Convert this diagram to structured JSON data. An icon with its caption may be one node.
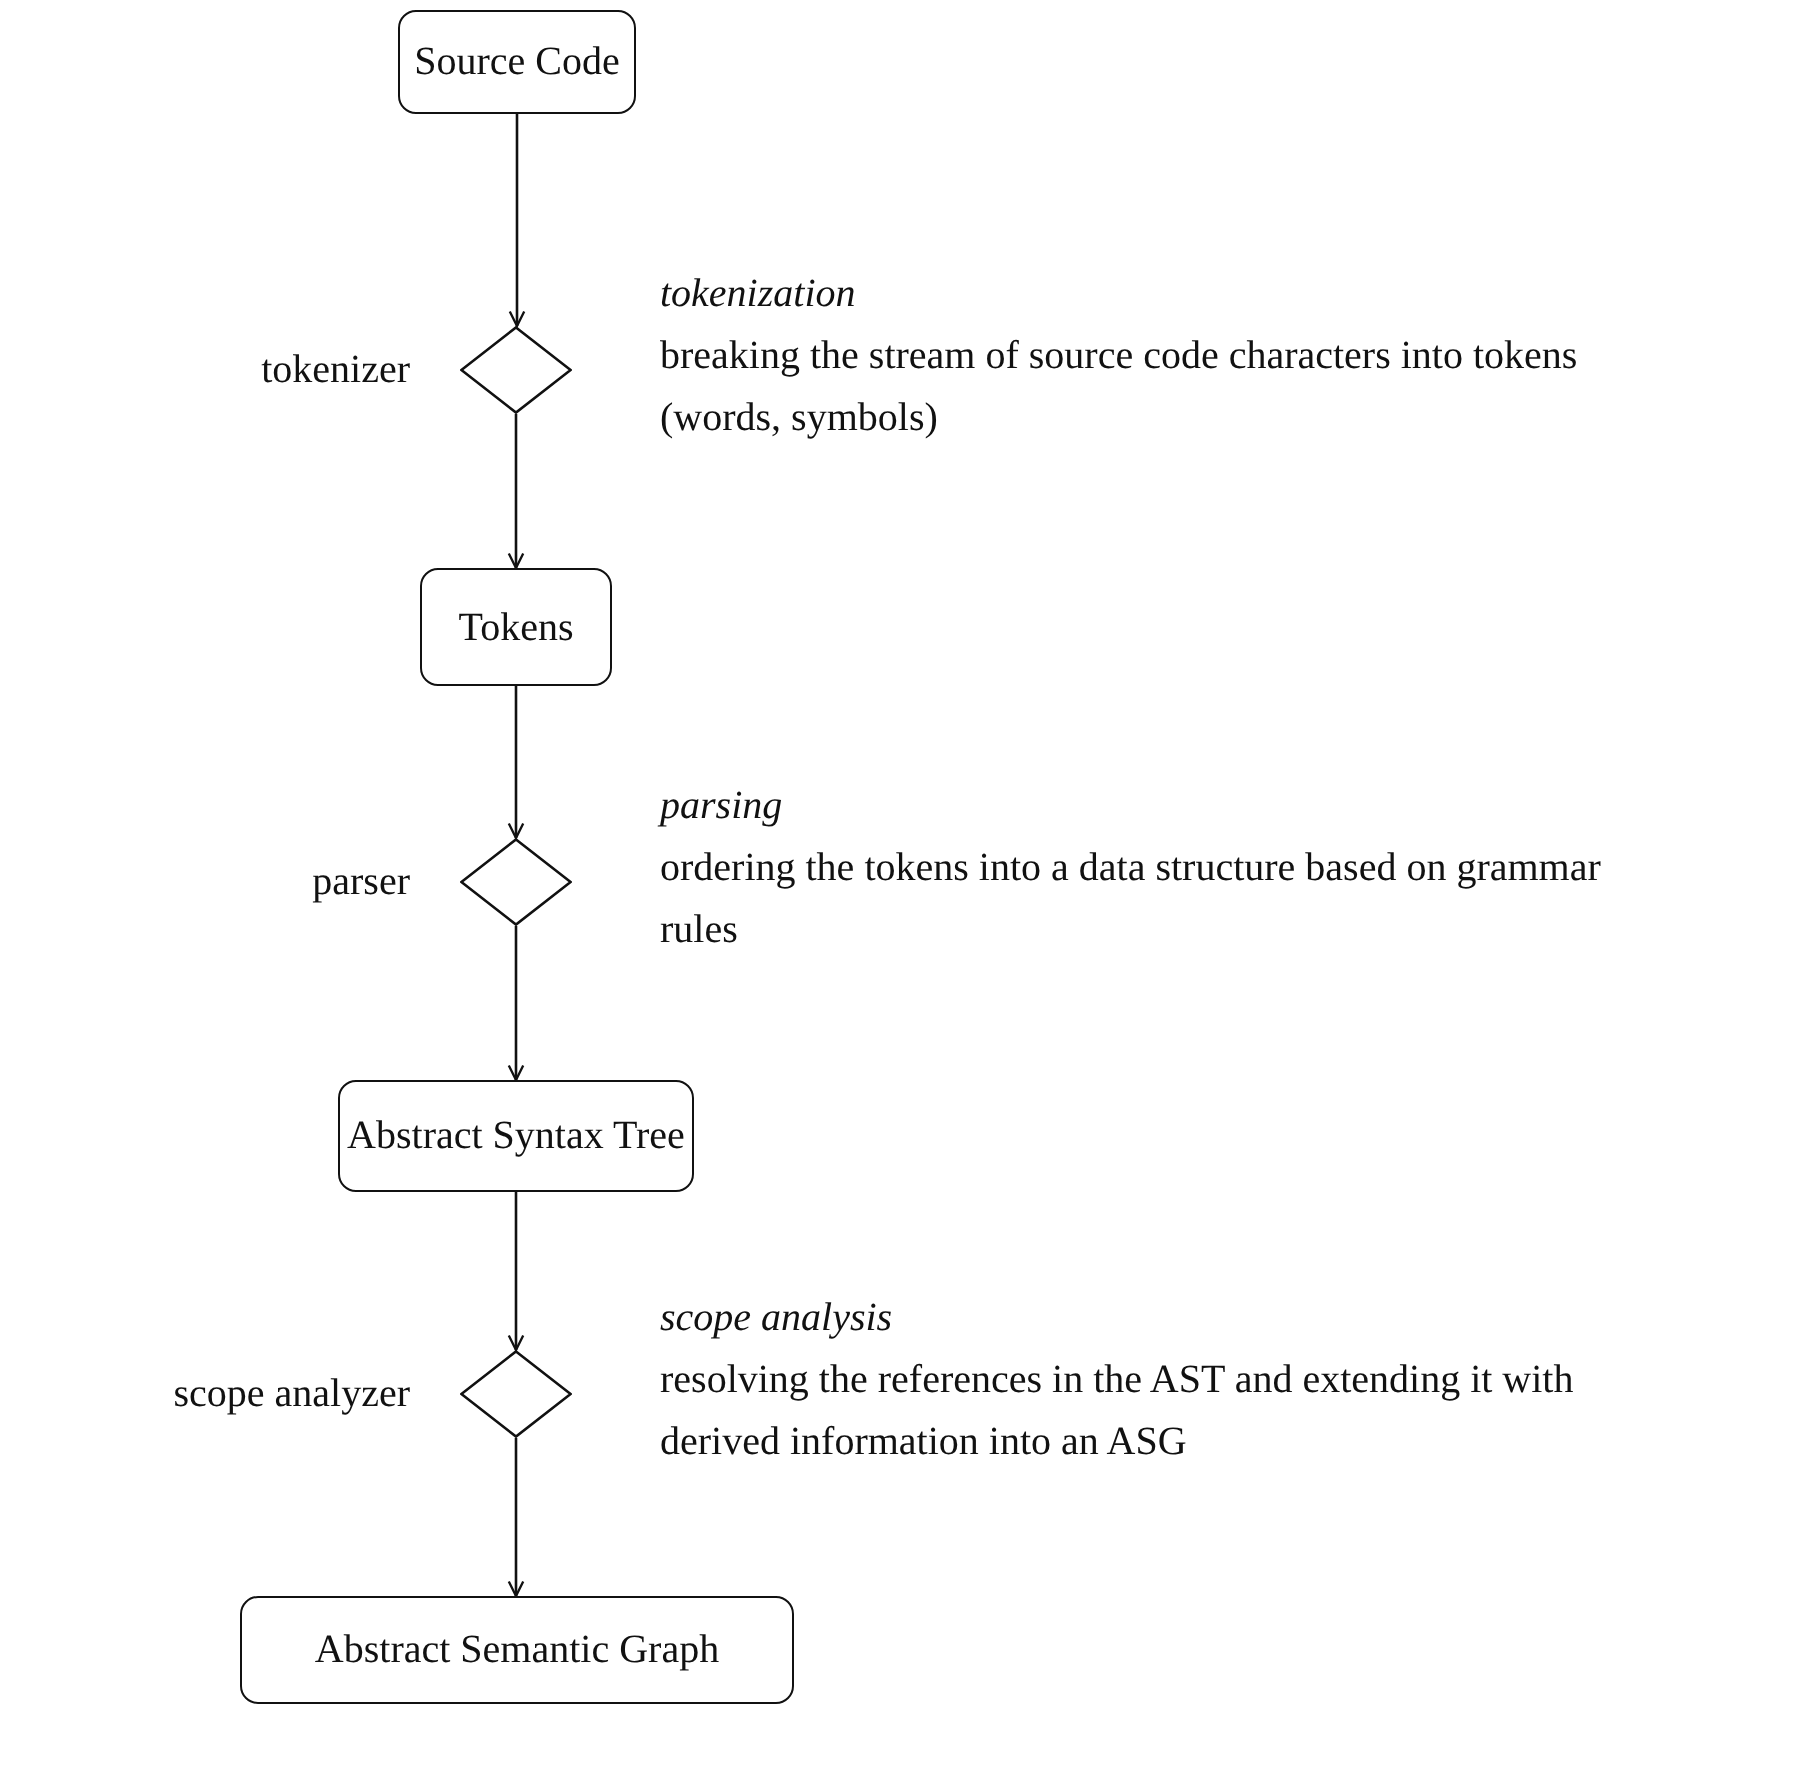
{
  "diagram": {
    "nodes": [
      {
        "text": [
          "Source Code"
        ]
      },
      {
        "text": [],
        "shape": "diamond",
        "beside": [
          "tokenizer",
          "tokenization",
          "breaking the stream of source code characters into tokens (words, symbols)"
        ]
      },
      {
        "text": [
          "Tokens"
        ]
      },
      {
        "text": [],
        "shape": "diamond",
        "beside": [
          "parser",
          "parsing",
          "ordering the tokens into a data structure based on grammar rules"
        ]
      },
      {
        "text": [
          "Abstract Syntax Tree"
        ]
      },
      {
        "text": [],
        "shape": "diamond",
        "beside": [
          "scope analyzer",
          "scope analysis",
          "resolving the references in the AST and extending it with derived information into an ASG"
        ]
      },
      {
        "text": [
          "Abstract Semantic Graph"
        ]
      }
    ],
    "edges": [
      {
        "from": 0,
        "to": 1,
        "arrow": "to"
      },
      {
        "from": 1,
        "to": 2,
        "arrow": "to"
      },
      {
        "from": 2,
        "to": 3,
        "arrow": "to"
      },
      {
        "from": 3,
        "to": 4,
        "arrow": "to"
      },
      {
        "from": 4,
        "to": 5,
        "arrow": "to"
      },
      {
        "from": 5,
        "to": 6,
        "arrow": "to"
      }
    ]
  }
}
